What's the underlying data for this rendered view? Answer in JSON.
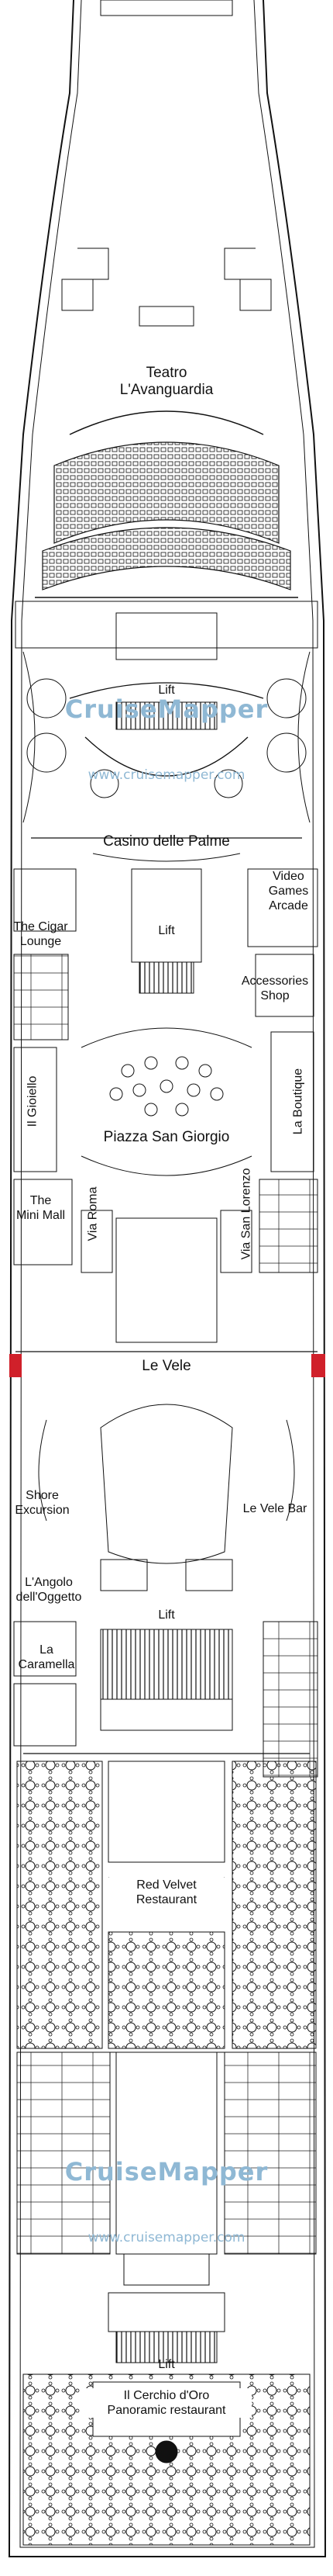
{
  "rooms": {
    "teatro": "Teatro\nL'Avanguardia",
    "lift_1": "Lift",
    "casino": "Casino delle Palme",
    "lift_2": "Lift",
    "video_games": "Video\nGames\nArcade",
    "cigar_lounge": "The Cigar\nLounge",
    "accessories": "Accessories\nShop",
    "il_gioiello": "Il Gioiello",
    "la_boutique": "La Boutique",
    "piazza": "Piazza San Giorgio",
    "mini_mall": "The\nMini Mall",
    "via_roma": "Via Roma",
    "via_san_lorenzo": "Via San Lorenzo",
    "le_vele": "Le Vele",
    "shore_excursion": "Shore\nExcursion",
    "le_vele_bar": "Le Vele Bar",
    "angolo_oggetto": "L'Angolo\ndell'Oggetto",
    "lift_3": "Lift",
    "la_caramella": "La\nCaramella",
    "red_velvet": "Red Velvet\nRestaurant",
    "lift_4": "Lift",
    "cerchio_oro": "Il Cerchio d'Oro\nPanoramic restaurant"
  },
  "watermark": {
    "title": "CruiseMapper",
    "url": "www.cruisemapper.com"
  },
  "colors": {
    "line": "#111111",
    "accent_red": "#d0202a",
    "watermark": "#8fb8d4"
  }
}
